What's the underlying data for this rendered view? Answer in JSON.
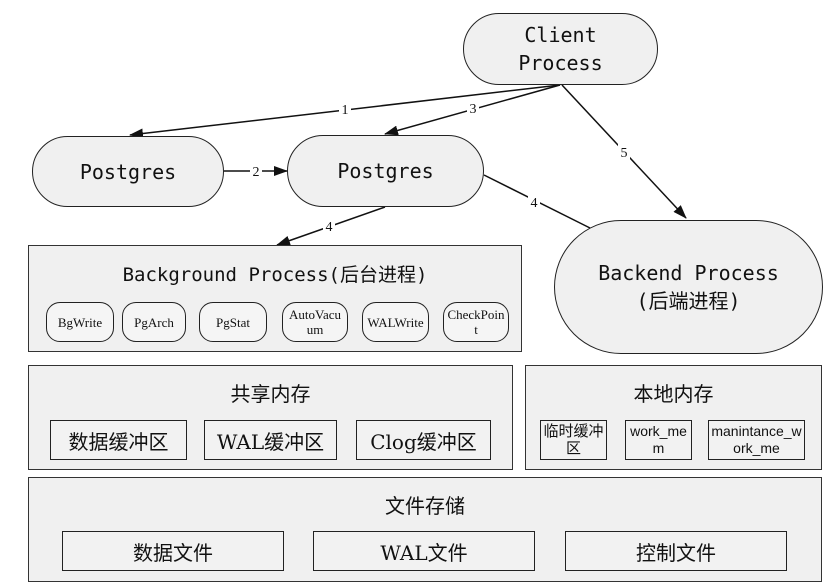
{
  "client": {
    "line1": "Client",
    "line2": "Process"
  },
  "postgres_left": "Postgres",
  "postgres_right": "Postgres",
  "backend": {
    "line1": "Backend Process",
    "line2": "(后端进程)"
  },
  "background": {
    "title": "Background Process(后台进程)",
    "procs": [
      "BgWrite",
      "PgArch",
      "PgStat",
      "AutoVacuum",
      "WALWrite",
      "CheckPoint"
    ]
  },
  "shared_memory": {
    "title": "共享内存",
    "buffers": [
      "数据缓冲区",
      "WAL缓冲区",
      "Clog缓冲区"
    ]
  },
  "local_memory": {
    "title": "本地内存",
    "items": [
      "临时缓冲区",
      "work_mem",
      "manintance_work_me"
    ]
  },
  "file_storage": {
    "title": "文件存储",
    "files": [
      "数据文件",
      "WAL文件",
      "控制文件"
    ]
  },
  "arrow_labels": {
    "a1": "1",
    "a2": "2",
    "a3": "3",
    "a4_left": "4",
    "a4_right": "4",
    "a5": "5"
  }
}
